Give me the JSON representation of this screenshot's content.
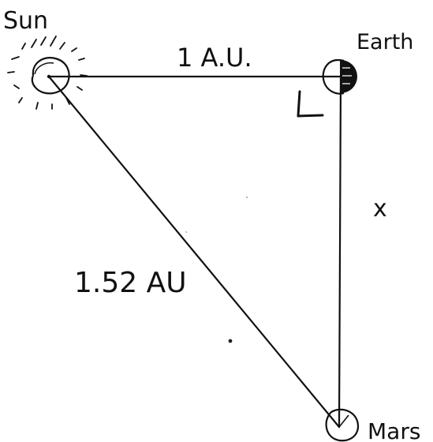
{
  "labels": {
    "sun": "Sun",
    "earth": "Earth",
    "mars": "Mars",
    "sun_earth_distance": "1 A.U.",
    "earth_mars_distance": "x",
    "sun_mars_distance": "1.52 AU"
  },
  "icons": {
    "sun": "sun-icon",
    "earth": "earth-half-shaded-icon",
    "mars": "mars-circle-icon",
    "right_angle": "right-angle-mark-icon"
  },
  "colors": {
    "ink": "#111111",
    "background": "#ffffff"
  }
}
